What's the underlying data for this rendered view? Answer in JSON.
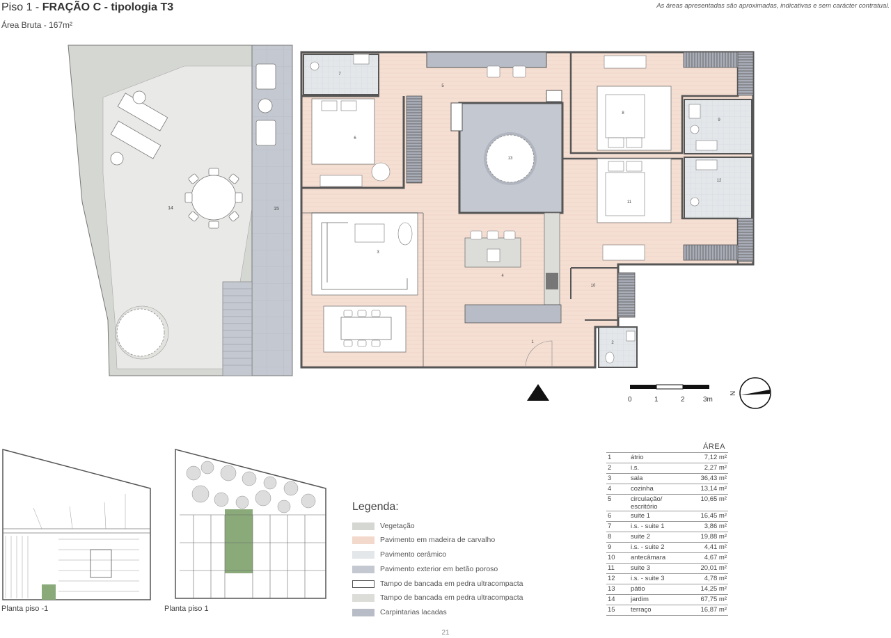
{
  "header": {
    "title_prefix": "Piso 1 - ",
    "title_bold": "FRAÇÃO C - tipologia T3",
    "subtitle": "Área Bruta - 167m²",
    "disclaimer": "As áreas apresentadas são aproximadas, indicativas e sem carácter contratual."
  },
  "plan": {
    "room_numbers": [
      "1",
      "2",
      "3",
      "4",
      "5",
      "6",
      "7",
      "8",
      "9",
      "10",
      "11",
      "12",
      "13",
      "14",
      "15"
    ],
    "scale_labels": [
      "0",
      "1",
      "2",
      "3m"
    ],
    "north_label": "N",
    "colors": {
      "vegetation": "#d5d7d2",
      "wood": "#f5dfd3",
      "ceramic": "#e3e7ea",
      "concrete": "#c4c8d0",
      "counter_white": "#ffffff",
      "counter_grey": "#dcdcd8",
      "lacquered": "#b8bcc6",
      "wall": "#555555"
    }
  },
  "minimaps": {
    "captions": [
      "Planta piso -1",
      "Planta piso 1"
    ]
  },
  "legend": {
    "title": "Legenda:",
    "items": [
      {
        "label": "Vegetação",
        "color": "#d5d7d2"
      },
      {
        "label": "Pavimento em madeira de carvalho",
        "color": "#f3d9cb"
      },
      {
        "label": "Pavimento cerâmico",
        "color": "#e3e7ea"
      },
      {
        "label": "Pavimento exterior em betão poroso",
        "color": "#c4c8d0"
      },
      {
        "label": "Tampo de bancada em pedra ultracompacta",
        "color": "#ffffff"
      },
      {
        "label": "Tampo de bancada em pedra ultracompacta",
        "color": "#dcdcd8"
      },
      {
        "label": "Carpintarias lacadas",
        "color": "#b8bcc6"
      }
    ]
  },
  "area_table": {
    "header": "ÁREA",
    "rows": [
      {
        "num": "1",
        "name": "átrio",
        "area": "7,12 m²"
      },
      {
        "num": "2",
        "name": "i.s.",
        "area": "2,27 m²"
      },
      {
        "num": "3",
        "name": "sala",
        "area": "36,43 m²"
      },
      {
        "num": "4",
        "name": "cozinha",
        "area": "13,14 m²"
      },
      {
        "num": "5",
        "name": "circulação/ escritório",
        "area": "10,65 m²"
      },
      {
        "num": "6",
        "name": "suite 1",
        "area": "16,45 m²"
      },
      {
        "num": "7",
        "name": "i.s. - suite 1",
        "area": "3,86 m²"
      },
      {
        "num": "8",
        "name": "suite 2",
        "area": "19,88 m²"
      },
      {
        "num": "9",
        "name": "i.s. - suite 2",
        "area": "4,41 m²"
      },
      {
        "num": "10",
        "name": "antecâmara",
        "area": "4,67 m²"
      },
      {
        "num": "11",
        "name": "suite 3",
        "area": "20,01 m²"
      },
      {
        "num": "12",
        "name": "i.s. - suite 3",
        "area": "4,78 m²"
      },
      {
        "num": "13",
        "name": "pátio",
        "area": "14,25 m²"
      },
      {
        "num": "14",
        "name": "jardim",
        "area": "67,75 m²"
      },
      {
        "num": "15",
        "name": "terraço",
        "area": "16,87 m²"
      }
    ]
  },
  "footer": {
    "page_number": "21"
  }
}
